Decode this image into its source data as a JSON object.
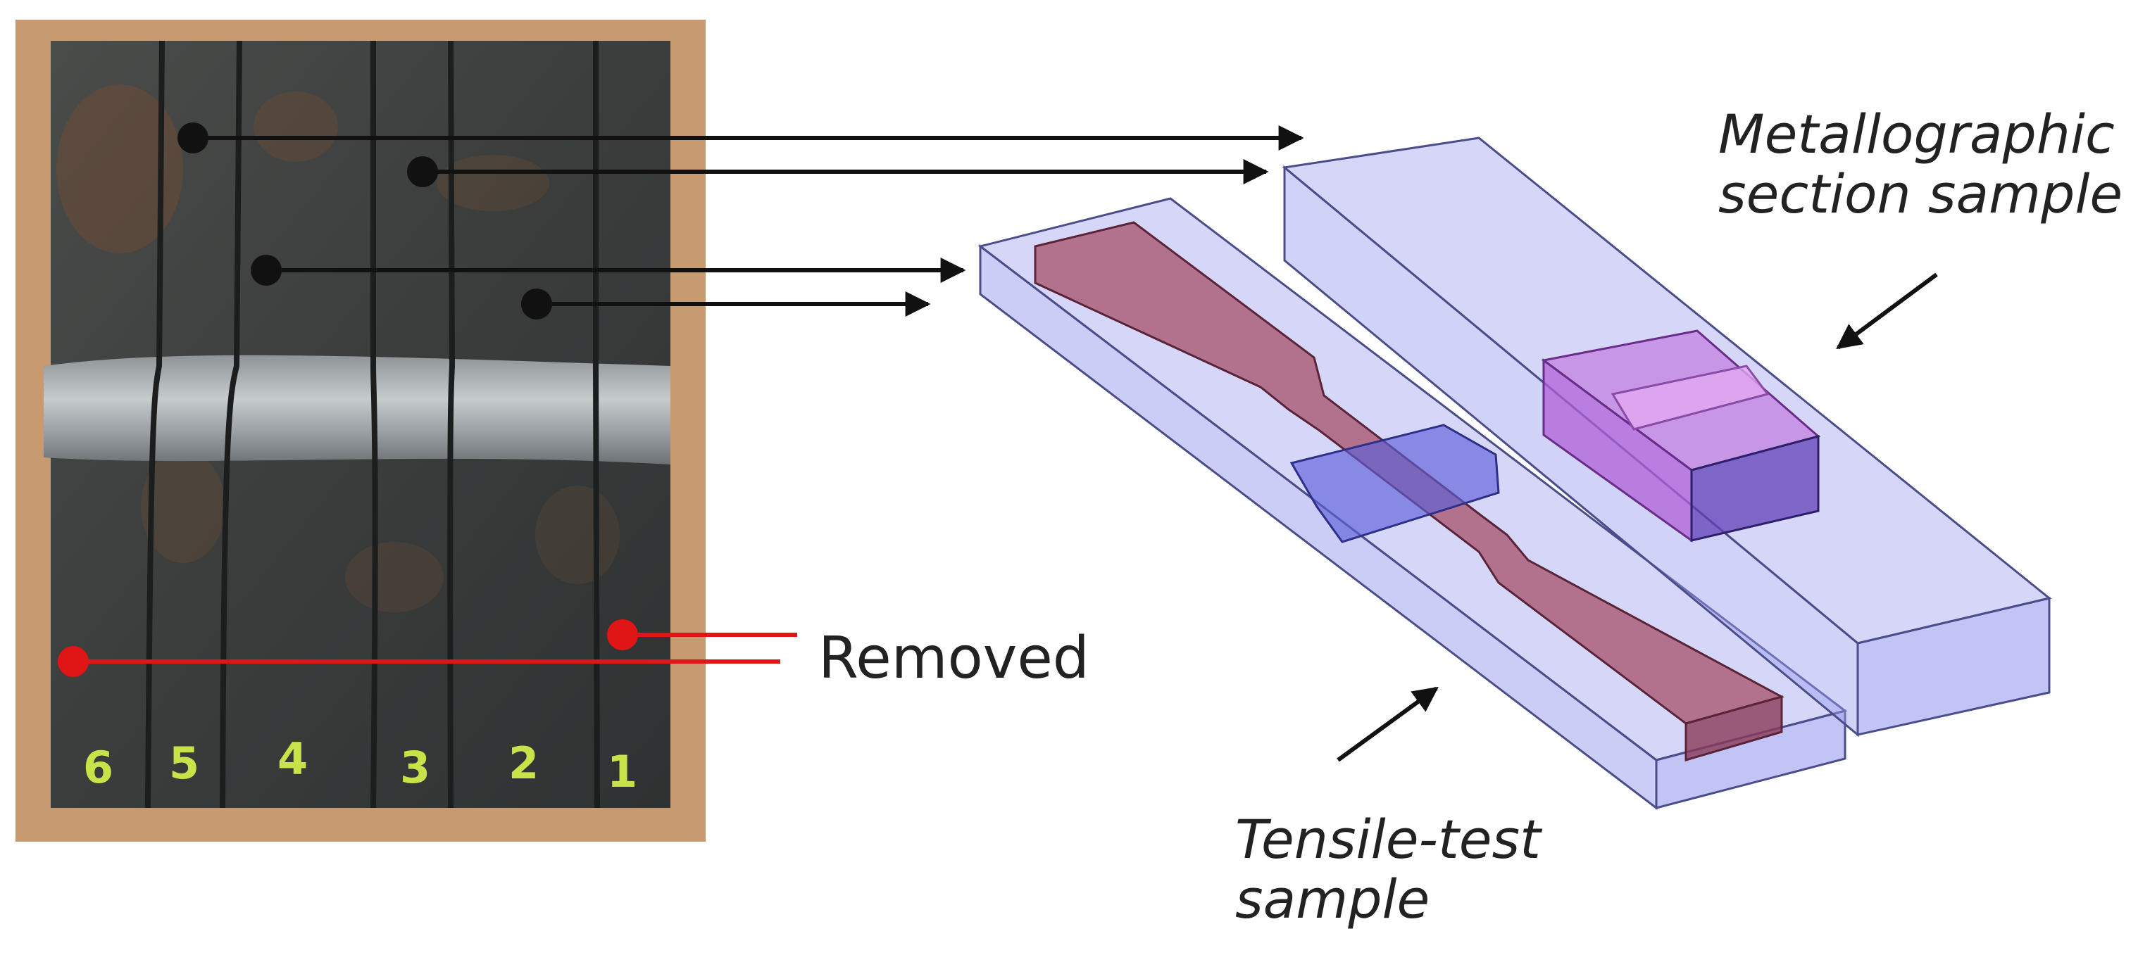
{
  "labels": {
    "removed": "Removed",
    "metallographic_line1": "Metallographic",
    "metallographic_line2": "section sample",
    "tensile_line1": "Tensile-test",
    "tensile_line2": "sample"
  },
  "strip_numbers": [
    "6",
    "5",
    "4",
    "3",
    "2",
    "1"
  ],
  "colors": {
    "pointer_black": "#111111",
    "removed_red": "#e01515",
    "block_blue": "#9a9cf0",
    "specimen_red": "#a6506a",
    "weld_purple": "#b060d8",
    "marker_green": "#c7e34a"
  }
}
